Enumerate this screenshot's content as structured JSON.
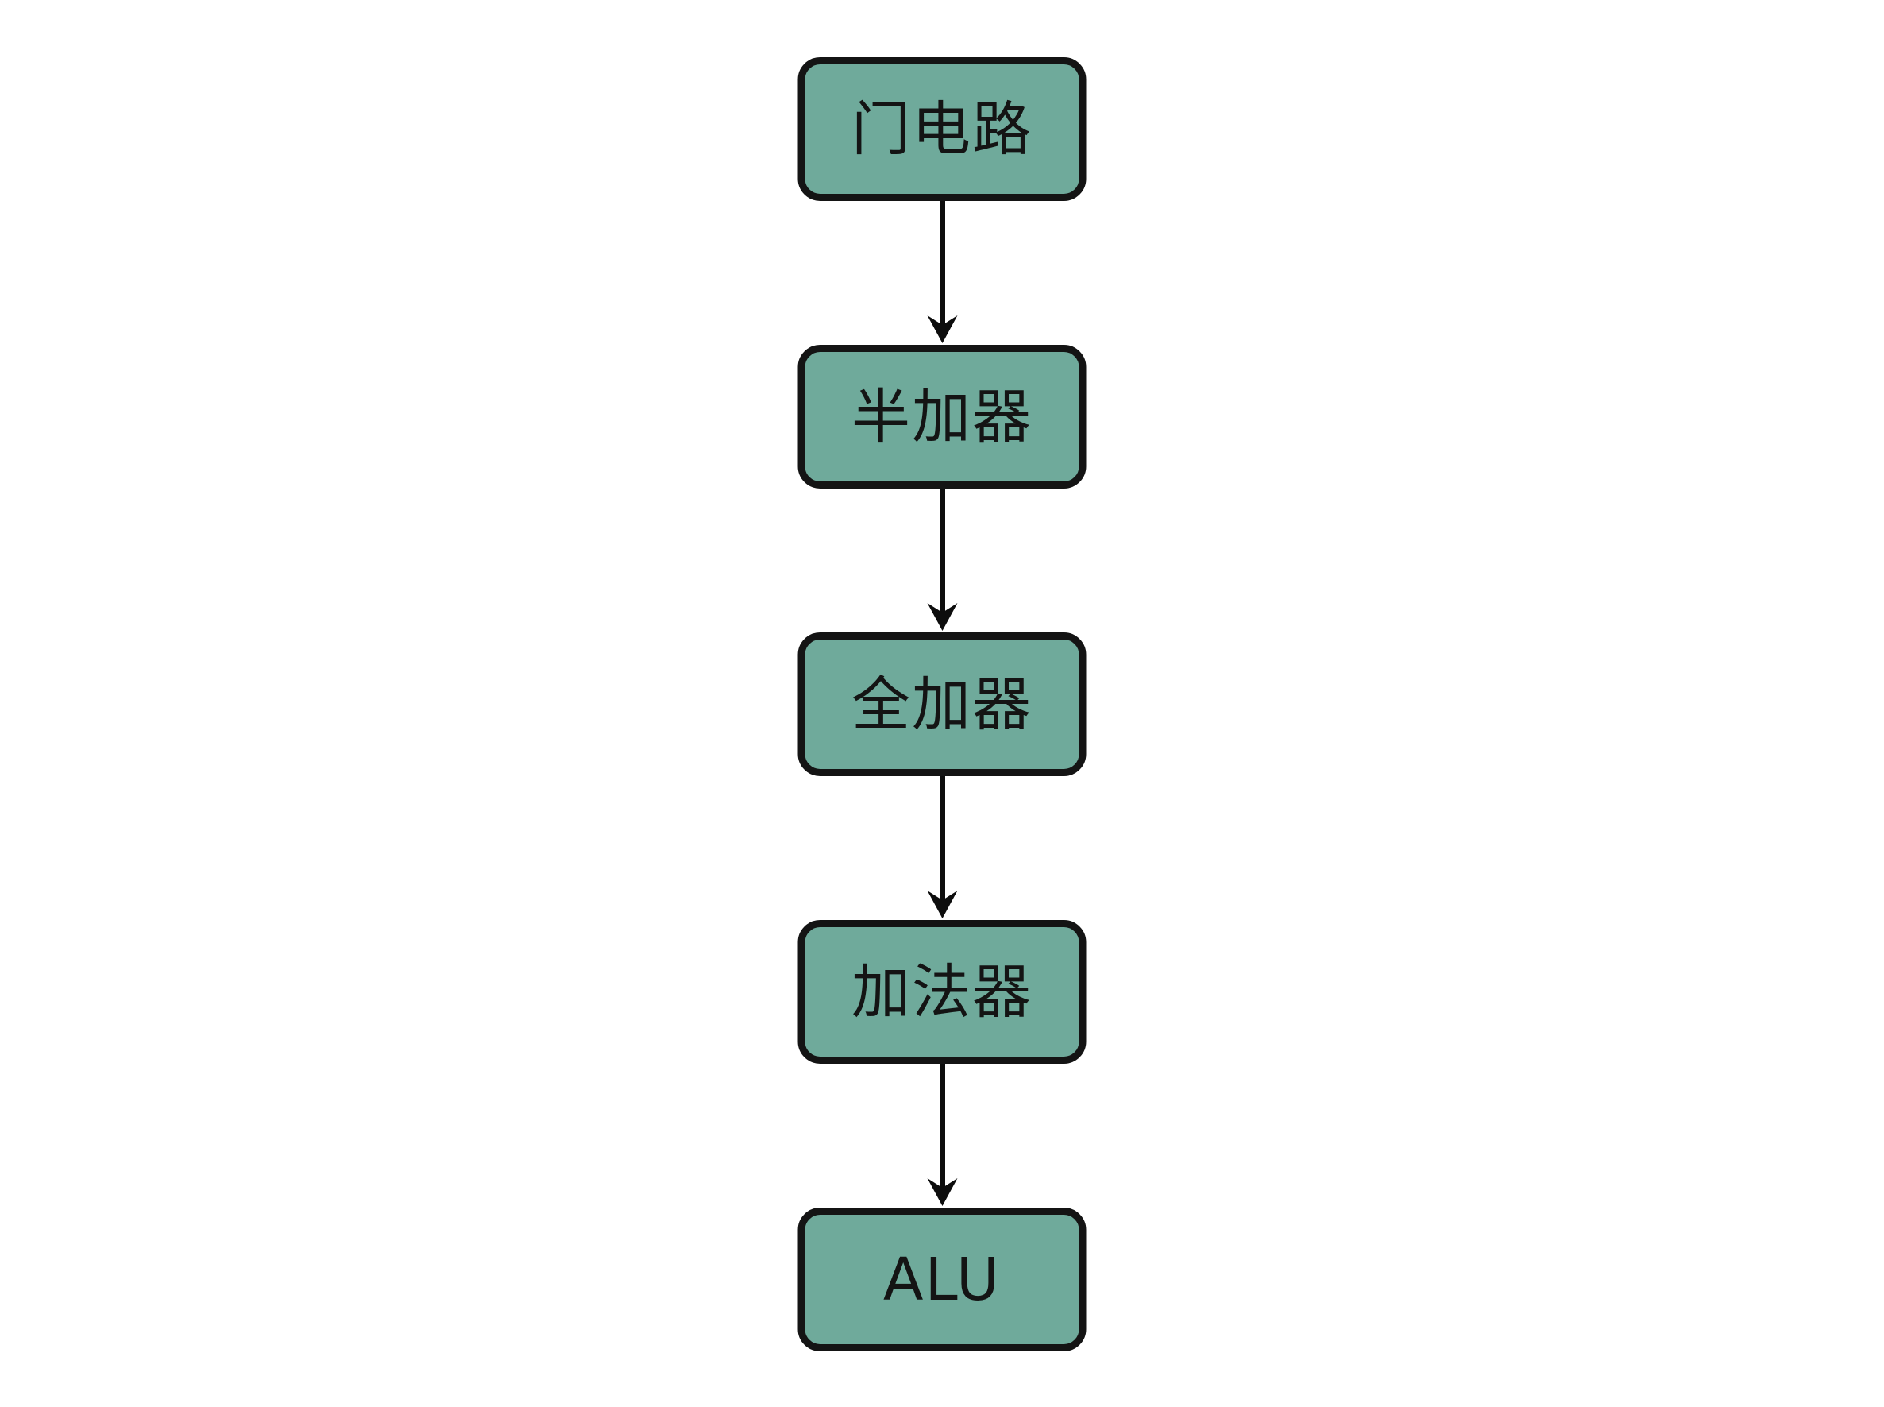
{
  "diagram": {
    "title": "adder-hierarchy-flowchart",
    "direction": "top-to-bottom",
    "nodes": [
      {
        "id": "gate",
        "label": "门电路"
      },
      {
        "id": "half-adder",
        "label": "半加器"
      },
      {
        "id": "full-adder",
        "label": "全加器"
      },
      {
        "id": "adder",
        "label": "加法器"
      },
      {
        "id": "alu",
        "label": "ALU"
      }
    ],
    "edges": [
      {
        "from": "gate",
        "to": "half-adder"
      },
      {
        "from": "half-adder",
        "to": "full-adder"
      },
      {
        "from": "full-adder",
        "to": "adder"
      },
      {
        "from": "adder",
        "to": "alu"
      }
    ]
  },
  "colors": {
    "background": "#FFFFFF",
    "node_fill": "#6FAA9B",
    "node_border": "#141414",
    "node_text": "#141414",
    "arrow": "#0D0D0D"
  }
}
